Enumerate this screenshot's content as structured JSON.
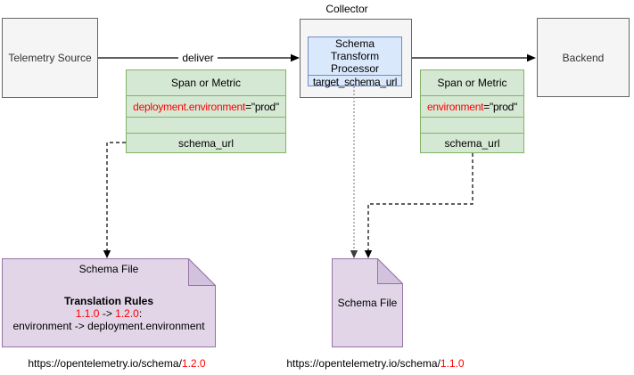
{
  "diagram": {
    "labels": {
      "collector": "Collector",
      "deliver": "deliver"
    },
    "telemetry_source": {
      "label": "Telemetry Source"
    },
    "backend": {
      "label": "Backend"
    },
    "processor": {
      "title": "Schema Transform Processor",
      "field": "target_schema_url"
    },
    "span_left": {
      "header": "Span or Metric",
      "attr_name": "deployment.environment",
      "attr_rest": "=\"prod\"",
      "field": "schema_url"
    },
    "span_right": {
      "header": "Span or Metric",
      "attr_name": "environment",
      "attr_rest": "=\"prod\"",
      "field": "schema_url"
    },
    "schema_file_left": {
      "title": "Schema File",
      "rules_heading": "Translation Rules",
      "from_version": "1.1.0",
      "arrow": " -> ",
      "to_version": "1.2.0",
      "colon": ":",
      "mapping": "environment -> deployment.environment"
    },
    "schema_file_mid": {
      "title": "Schema File"
    },
    "url_left": {
      "base": "https://opentelemetry.io/schema/",
      "version": "1.2.0"
    },
    "url_mid": {
      "base": "https://opentelemetry.io/schema/",
      "version": "1.1.0"
    },
    "colors": {
      "green_fill": "#d5e8d4",
      "green_border": "#82b366",
      "blue_fill": "#dae8fc",
      "blue_border": "#6c8ebf",
      "purple_fill": "#e1d5e7",
      "purple_fold": "#d2c2de",
      "purple_border": "#9673a6",
      "node_fill": "#f5f5f5",
      "node_border": "#666666",
      "highlight_red": "#ff0000",
      "gray_connector": "#8c8c8c"
    }
  }
}
